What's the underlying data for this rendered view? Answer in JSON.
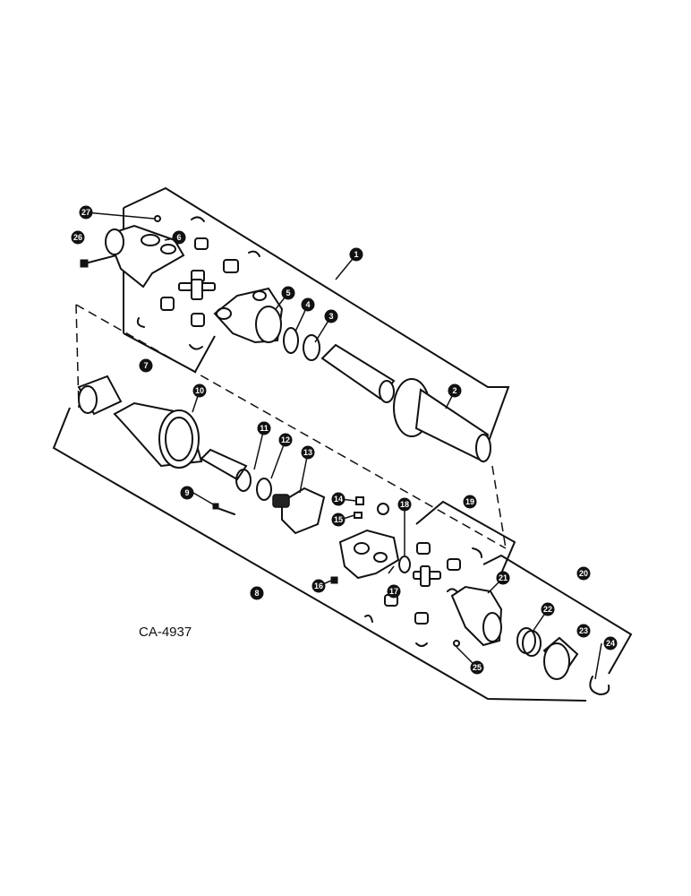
{
  "figure_code": "CA-4937",
  "callouts": [
    "1",
    "2",
    "3",
    "4",
    "5",
    "6",
    "7",
    "8",
    "9",
    "10",
    "11",
    "12",
    "13",
    "14",
    "15",
    "16",
    "17",
    "18",
    "19",
    "20",
    "21",
    "22",
    "23",
    "24",
    "25",
    "26",
    "27"
  ]
}
